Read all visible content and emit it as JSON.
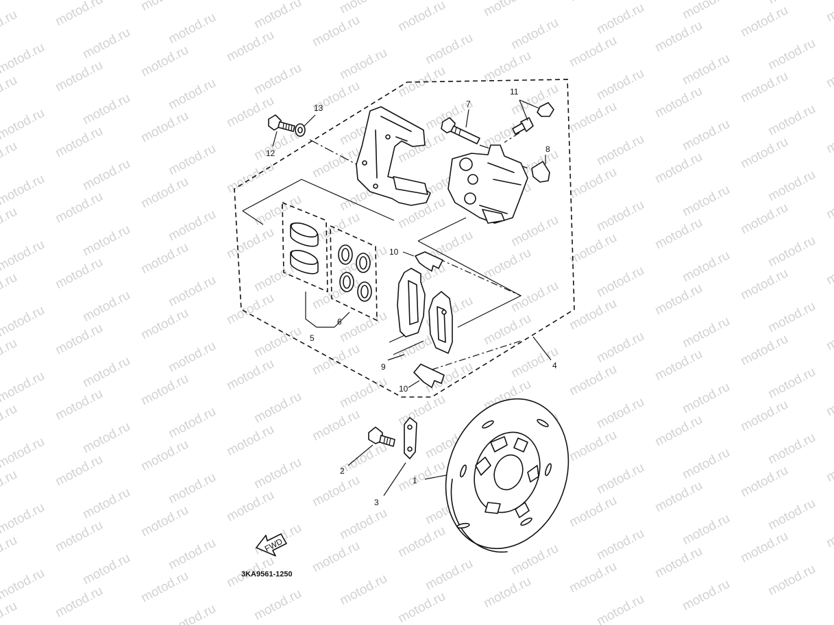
{
  "watermark": "motod.ru",
  "drawing_code": "3KA9561-1250",
  "fwd_label": "FWD",
  "callouts": {
    "c1": "1",
    "c2": "2",
    "c3": "3",
    "c4": "4",
    "c5": "5",
    "c6": "6",
    "c7": "7",
    "c8": "8",
    "c9": "9",
    "c10a": "10",
    "c10b": "10",
    "c11": "11",
    "c12": "12",
    "c13": "13"
  }
}
